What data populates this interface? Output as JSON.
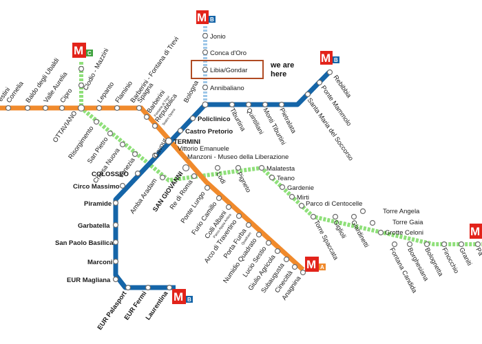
{
  "lines": {
    "b": {
      "color": "#1565a8",
      "letter": "B"
    },
    "a": {
      "color": "#f08a2c",
      "letter": "A"
    },
    "c": {
      "color": "#8fe07a",
      "letter": "C"
    },
    "b1": {
      "color": "#9ec7e8"
    },
    "logo_red": "#e2231a"
  },
  "logos": {
    "m": "M"
  },
  "stations": {
    "jonio": "Jonio",
    "conca_doro": "Conca d'Oro",
    "libia_gondar": "Libia/Gondar",
    "annibaliano": "Annibaliano",
    "bologna": "Bologna",
    "policlinico": "Policlinico",
    "castro_pretorio": "Castro Pretorio",
    "termini": "TERMINI",
    "vittorio_emanuele": "Vittorio Emanuele",
    "manzoni": "Manzoni - Museo della Liberazione",
    "cavour": "Cavour",
    "colosseo": "COLOSSEO",
    "circo_massimo": "Circo Massimo",
    "piramide": "Piramide",
    "garbatella": "Garbatella",
    "san_paolo": "San Paolo Basilica",
    "marconi": "Marconi",
    "eur_magliana": "EUR Magliana",
    "eur_palasport": "EUR Palasport",
    "eur_fermi": "EUR Fermi",
    "laurentina": "Laurentina",
    "tiburtina": "Tiburtina",
    "quintiliani": "Quintiliani",
    "monti_tiburtini": "Monti Tiburtini",
    "pietralata": "Pietralata",
    "santa_maria": "Santa Maria del Soccorso",
    "ponte_mammolo": "Ponte Mammolo",
    "rebibbia": "Rebibbia",
    "battistini": "estini",
    "cornelia": "Cornelia",
    "baldo": "Baldo degli Ubaldi",
    "valle_aurelia": "Valle Aurelia",
    "cipro": "Cipro",
    "ottaviano": "OTTAVIANO",
    "lepanto": "Lepanto",
    "flaminio": "Flaminio",
    "spagna": "Spagna",
    "barberini": "Barberini",
    "barberini_sub": "Fontana di Trevi",
    "repubblica": "Repubblica",
    "repubblica_sub": "Teatro Opera",
    "san_giovanni": "SAN GIOVANNI",
    "re_di_roma": "Re di Roma",
    "ponte_lungo": "Ponte Lungo",
    "furio_camillo": "Furio Camillo",
    "colli_albani": "Colli Albani",
    "colli_albani_sub": "Parco Appia Antica",
    "arco_travertino": "Arco di Travertino",
    "porta_furba": "Porta Furba",
    "porta_furba_sub": "Quadraro",
    "numidio": "Numidio Quadrato",
    "lucio_sestio": "Lucio Sestio",
    "giulio_agricola": "Giulio Agricola",
    "subaugusta": "Subaugusta",
    "cinecitta": "Cinecittà",
    "anagnina": "Anagnina",
    "ottaviano_c": "Ottaviano",
    "clodio": "Clodio - Mazzini",
    "barberini_c": "Barberini - Fontana di Trevi",
    "risorgimento": "Risorgimento",
    "san_pietro": "San Pietro",
    "chiesa_nuova": "Chiesa Nuova",
    "venezia": "Venezia",
    "amba_aradam": "Amba Aradam",
    "lodi": "Lodi",
    "pigneto": "Pigneto",
    "malatesta": "Malatesta",
    "teano": "Teano",
    "gardenie": "Gardenie",
    "mirti": "Mirti",
    "parco_centocelle": "Parco di Centocelle",
    "torre_spaccata": "Torre Spaccata",
    "gigliolo": "Giglioli",
    "giardinetti": "Giardinetti",
    "torre_angela": "Torre Angela",
    "torre_gaia": "Torre Gaia",
    "grotte_celoni": "Grotte Celoni",
    "fontana_candida": "Fontana Candida",
    "borghesiana": "Borghesiana",
    "bolognetta": "Bolognetta",
    "finocchio": "Finocchio",
    "graniti": "Graniti",
    "pa": "Pa"
  },
  "annotation": {
    "line1": "we are",
    "line2": "here",
    "box_color": "#b04a22"
  }
}
